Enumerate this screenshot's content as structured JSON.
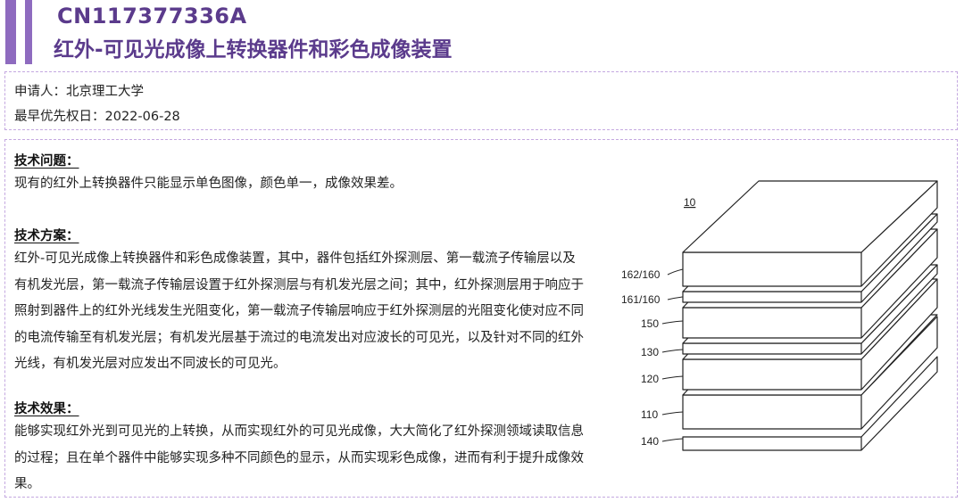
{
  "header": {
    "pub_number": "CN117377336A",
    "title": "红外-可见光成像上转换器件和彩色成像装置"
  },
  "meta": {
    "applicant": "申请人：北京理工大学",
    "priority_date": "最早优先权日：2022-06-28"
  },
  "sections": {
    "problem": {
      "heading": "技术问题：",
      "text": "现有的红外上转换器件只能显示单色图像，颜色单一，成像效果差。"
    },
    "solution": {
      "heading": "技术方案：",
      "text": "红外-可见光成像上转换器件和彩色成像装置，其中，器件包括红外探测层、第一载流子传输层以及有机发光层，第一载流子传输层设置于红外探测层与有机发光层之间；其中，红外探测层用于响应于照射到器件上的红外光线发生光阻变化，第一载流子传输层响应于红外探测层的光阻变化使对应不同的电流传输至有机发光层；有机发光层基于流过的电流发出对应波长的可见光，以及针对不同的红外光线，有机发光层对应发出不同波长的可见光。"
    },
    "effect": {
      "heading": "技术效果：",
      "text": "能够实现红外光到可见光的上转换，从而实现红外的可见光成像，大大简化了红外探测领域读取信息的过程；且在单个器件中能够实现多种不同颜色的显示，从而实现彩色成像，进而有利于提升成像效果。"
    }
  },
  "figure": {
    "labels": {
      "device": "10",
      "l162": "162/160",
      "l161": "161/160",
      "l150": "150",
      "l130": "130",
      "l120": "120",
      "l110": "110",
      "l140": "140"
    }
  }
}
